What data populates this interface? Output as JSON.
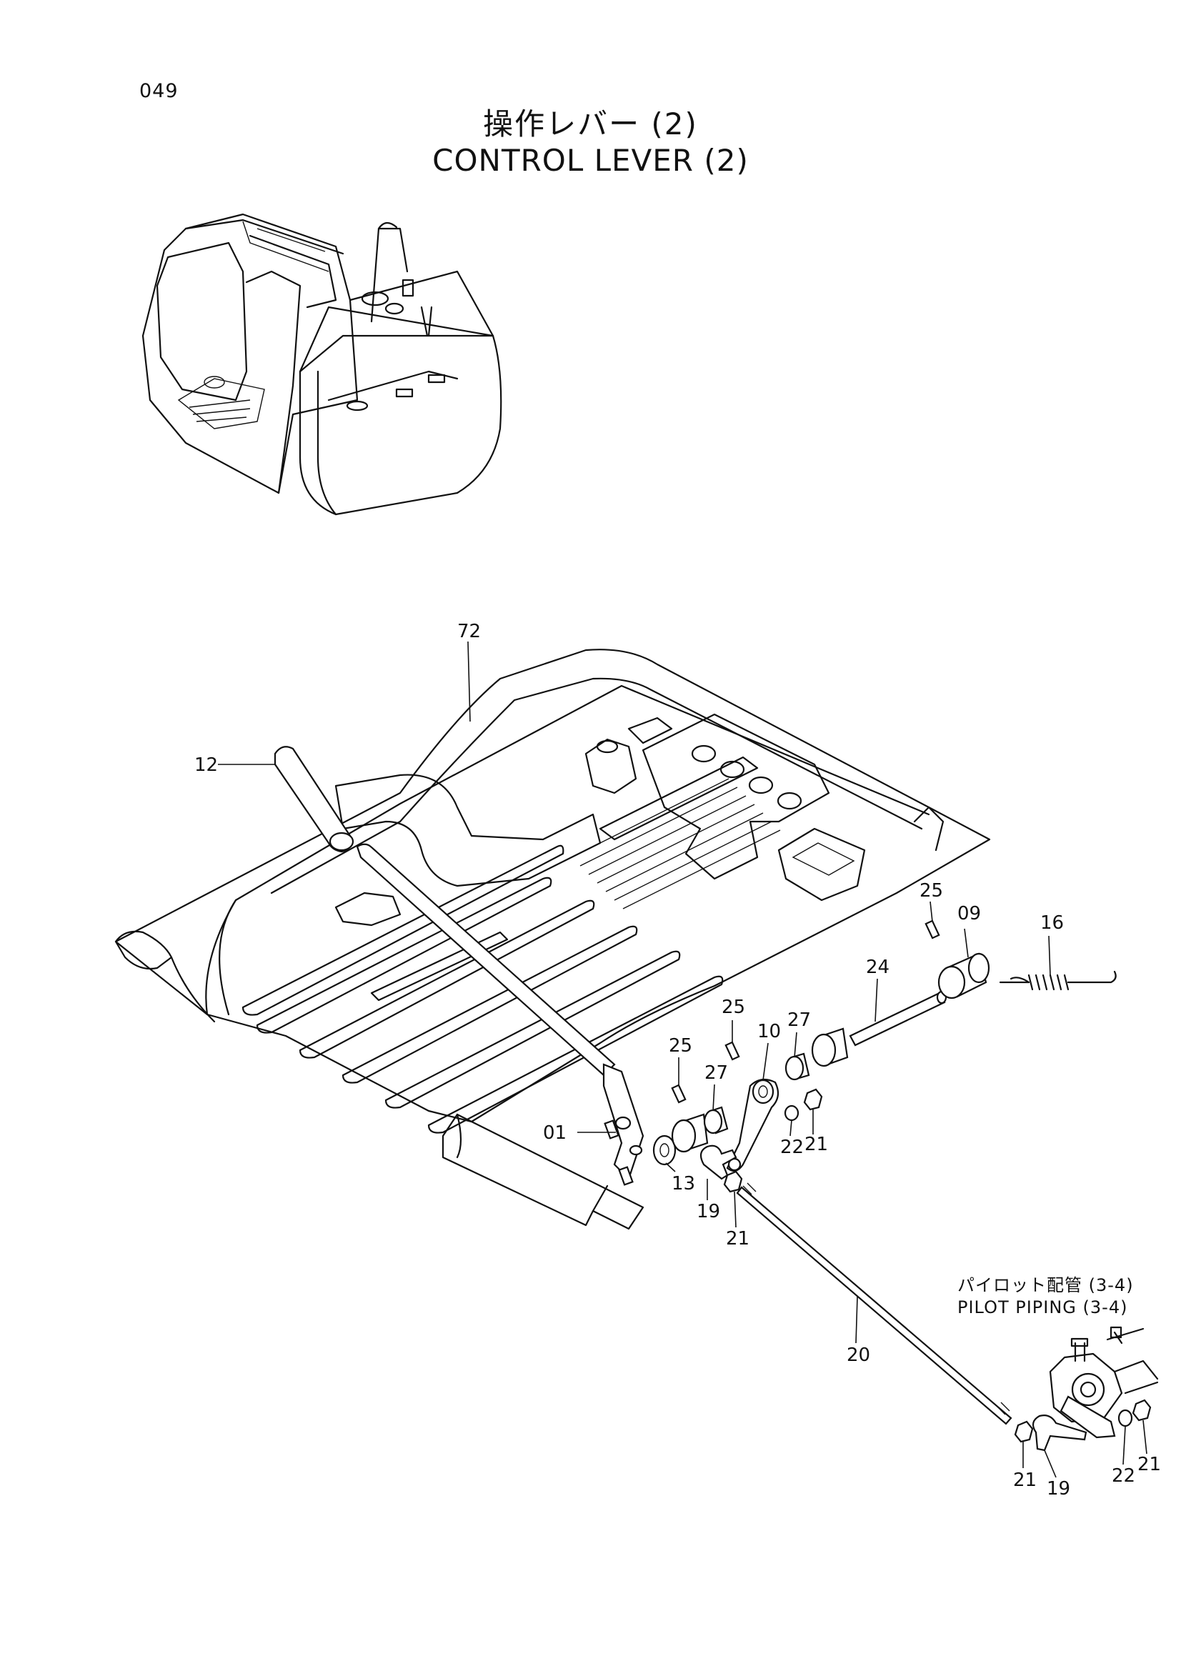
{
  "header": {
    "page_number": "049",
    "title_jp": "操作レバー (2)",
    "title_en": "CONTROL LEVER (2)"
  },
  "reference_note": {
    "jp": "パイロット配管 (3-4)",
    "en": "PILOT PIPING (3-4)"
  },
  "callouts": {
    "c72": "72",
    "c12": "12",
    "c25a": "25",
    "c09": "09",
    "c16": "16",
    "c24": "24",
    "c25b": "25",
    "c10": "10",
    "c27a": "27",
    "c25c": "25",
    "c27b": "27",
    "c01": "01",
    "c22a": "22",
    "c21a": "21",
    "c13": "13",
    "c19a": "19",
    "c21b": "21",
    "c20": "20",
    "c21c": "21",
    "c19b": "19",
    "c22b": "22",
    "c21d": "21"
  }
}
